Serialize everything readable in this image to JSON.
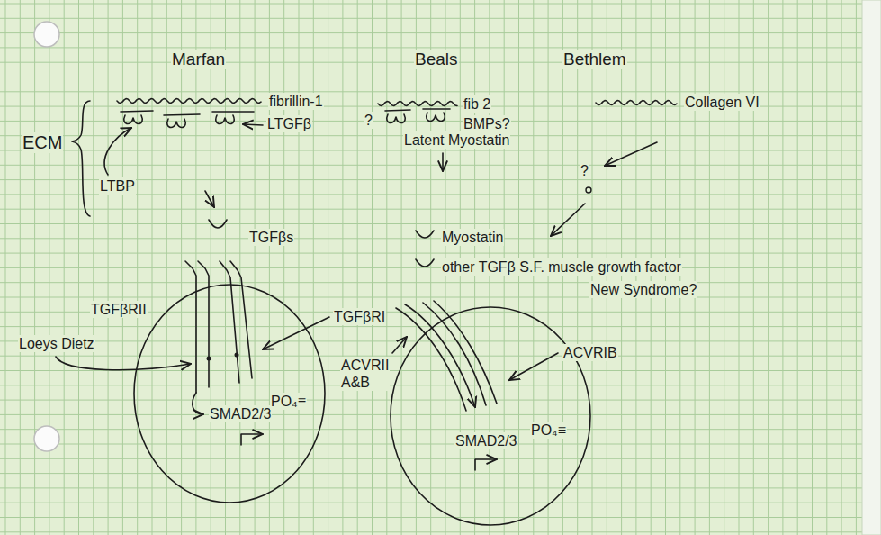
{
  "diagram": {
    "nodes": [
      {
        "text": [
          "SMAD2/3",
          "PO₄≡"
        ]
      },
      {
        "text": [
          "SMAD2/3",
          "PO₄≡"
        ]
      }
    ],
    "labels": [
      "Marfan",
      "Beals",
      "Bethlem",
      "ECM",
      "fibrillin-1",
      "LTGFβ",
      "LTBP",
      "?",
      "fib 2",
      "BMPs?",
      "Latent Myostatin",
      "Collagen VI",
      "?",
      "TGFβs",
      "Myostatin",
      "other TGFβ S.F. muscle growth factor",
      "New Syndrome?",
      "TGFβRII",
      "TGFβRI",
      "Loeys Dietz",
      "ACVRII A&B",
      "ACVRIB"
    ]
  }
}
